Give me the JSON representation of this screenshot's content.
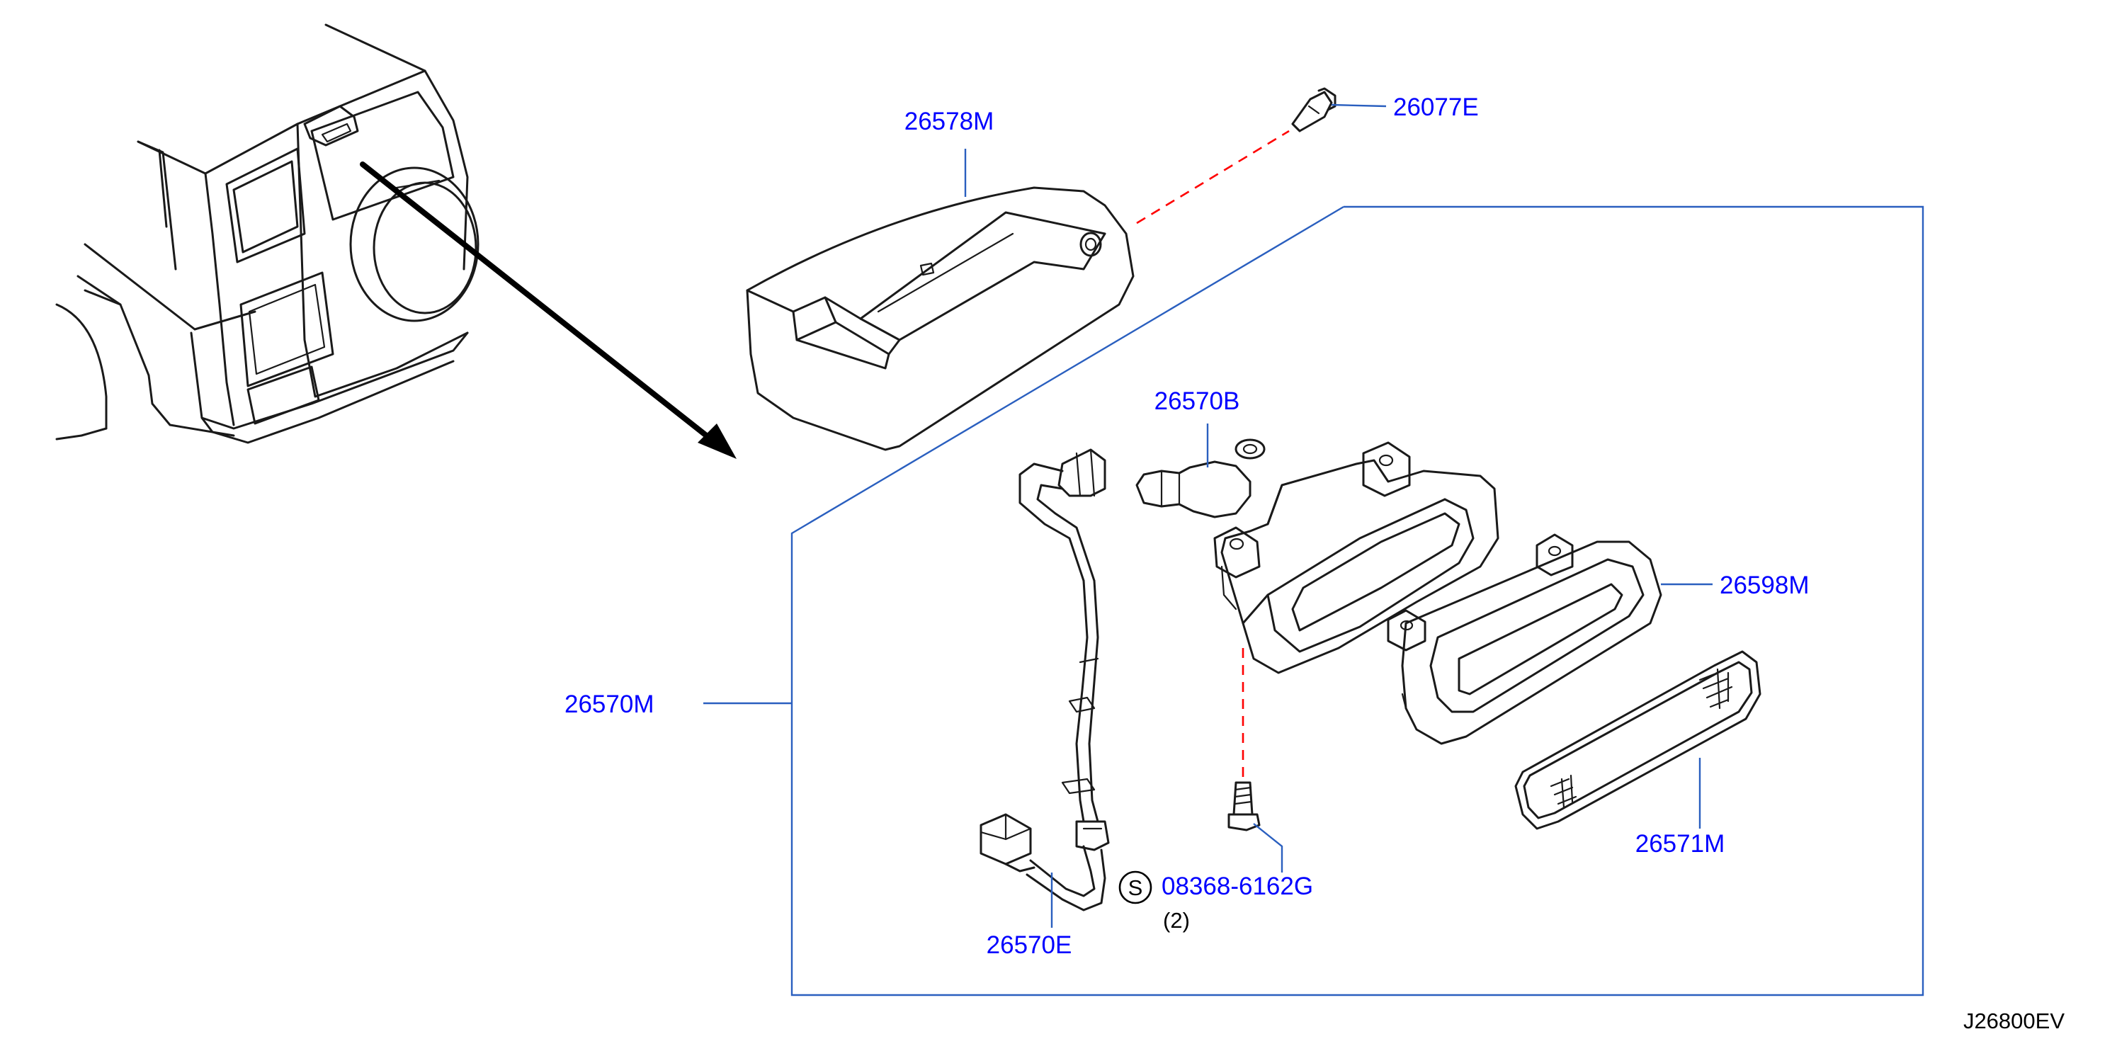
{
  "colors": {
    "callout_text": "#0000ff",
    "leader_line": "#2a5fbf",
    "dashed_line": "#ff0000",
    "drawing_line": "#1a1a1a",
    "background": "#ffffff"
  },
  "icons": {
    "standard_part_marker": "circle-letter-s-icon"
  },
  "parts": {
    "p26578M": "26578M",
    "p26077E": "26077E",
    "p26570B": "26570B",
    "p26598M": "26598M",
    "p26570M": "26570M",
    "p26571M": "26571M",
    "p26570E": "26570E",
    "screw": "08368-6162G"
  },
  "standard_symbol": "S",
  "screw_quantity": "(2)",
  "diagram_code": "J26800EV"
}
